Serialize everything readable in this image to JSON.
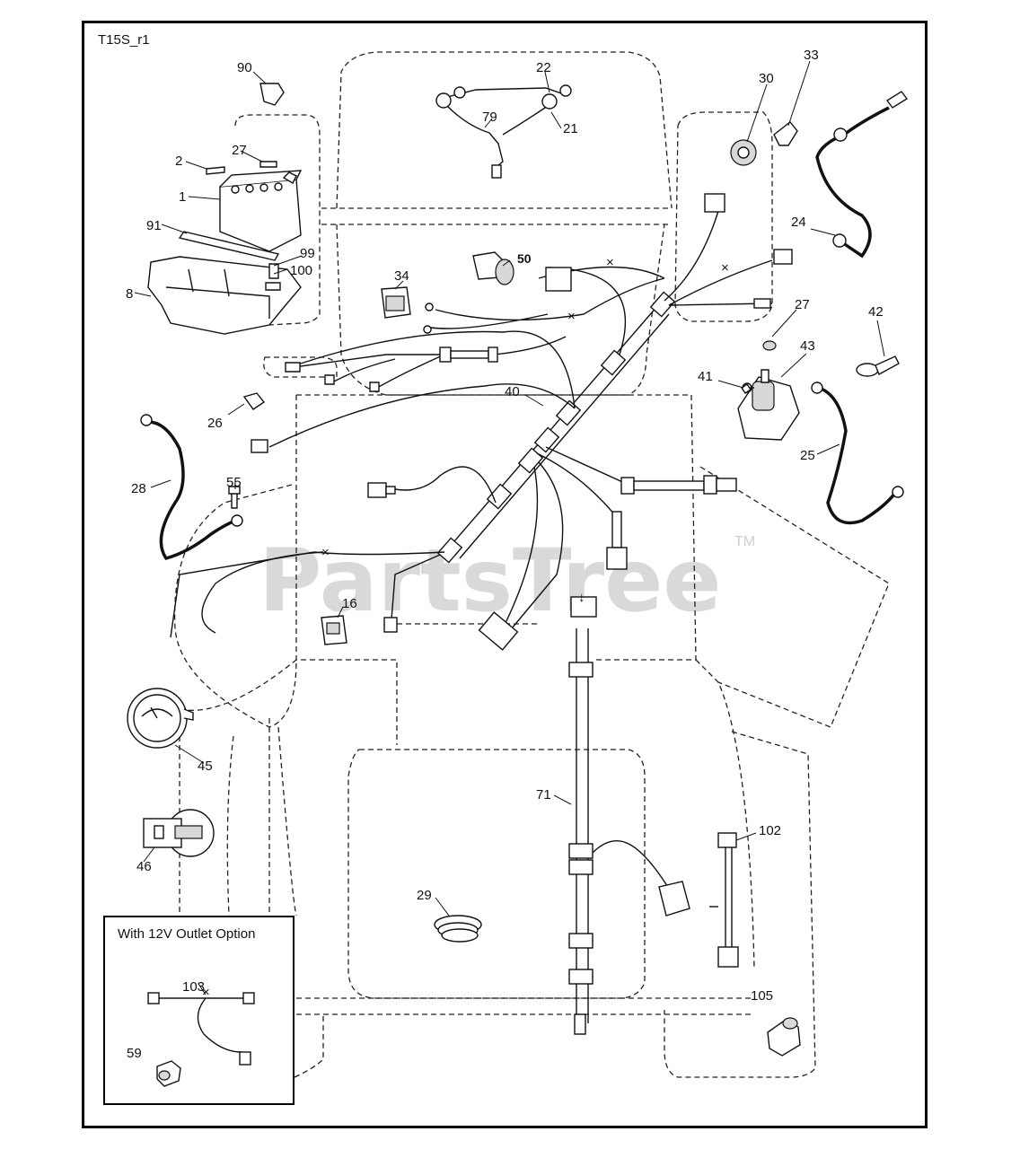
{
  "diagram": {
    "code": "T15S_r1",
    "watermark": "PartsTree",
    "watermark_tm": "TM",
    "inset_title": "With 12V Outlet Option",
    "callouts": {
      "c90": "90",
      "c2": "2",
      "c27a": "27",
      "c1": "1",
      "c91": "91",
      "c99": "99",
      "c100": "100",
      "c8": "8",
      "c22": "22",
      "c79": "79",
      "c21": "21",
      "c30": "30",
      "c33": "33",
      "c24": "24",
      "c50": "50",
      "c34": "34",
      "c27b": "27",
      "c42": "42",
      "c43": "43",
      "c41": "41",
      "c40": "40",
      "c26": "26",
      "c25": "25",
      "c28": "28",
      "c55": "55",
      "c16": "16",
      "c45": "45",
      "c71": "71",
      "c46": "46",
      "c102": "102",
      "c29": "29",
      "c103": "103",
      "c59": "59",
      "c105": "105"
    }
  }
}
